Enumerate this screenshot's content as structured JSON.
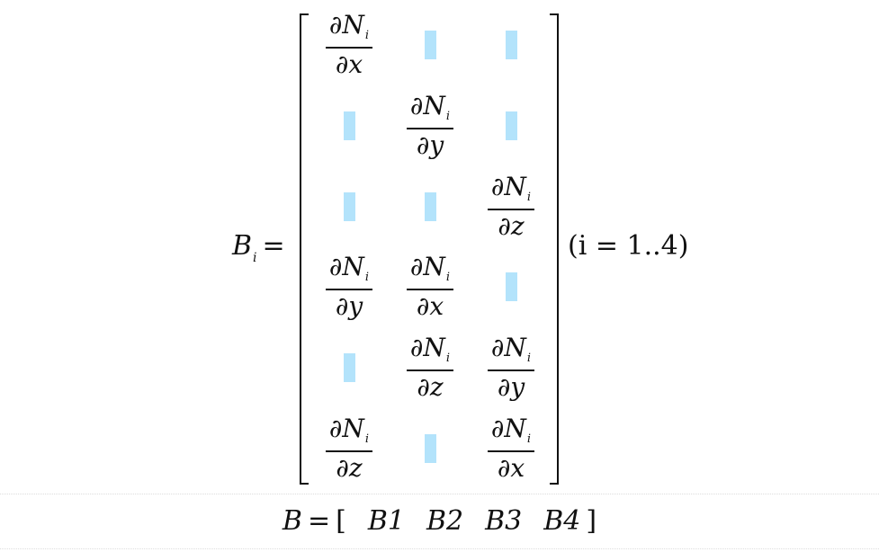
{
  "equation_main": {
    "lhs_symbol": "B",
    "lhs_subscript": "i",
    "equals": "=",
    "range_text": "(i = 1..4)",
    "matrix": {
      "rows": [
        [
          {
            "num": "∂N",
            "sub": "i",
            "den": "∂x"
          },
          {
            "zero": true
          },
          {
            "zero": true
          }
        ],
        [
          {
            "zero": true
          },
          {
            "num": "∂N",
            "sub": "i",
            "den": "∂y"
          },
          {
            "zero": true
          }
        ],
        [
          {
            "zero": true
          },
          {
            "zero": true
          },
          {
            "num": "∂N",
            "sub": "i",
            "den": "∂z"
          }
        ],
        [
          {
            "num": "∂N",
            "sub": "i",
            "den": "∂y"
          },
          {
            "num": "∂N",
            "sub": "i",
            "den": "∂x"
          },
          {
            "zero": true
          }
        ],
        [
          {
            "zero": true
          },
          {
            "num": "∂N",
            "sub": "i",
            "den": "∂z"
          },
          {
            "num": "∂N",
            "sub": "i",
            "den": "∂y"
          }
        ],
        [
          {
            "num": "∂N",
            "sub": "i",
            "den": "∂z"
          },
          {
            "zero": true
          },
          {
            "num": "∂N",
            "sub": "i",
            "den": "∂x"
          }
        ]
      ]
    }
  },
  "equation_bottom": {
    "lhs": "B",
    "equals": "=",
    "open": "[",
    "items": [
      "B1",
      "B2",
      "B3",
      "B4"
    ],
    "close": "]"
  }
}
